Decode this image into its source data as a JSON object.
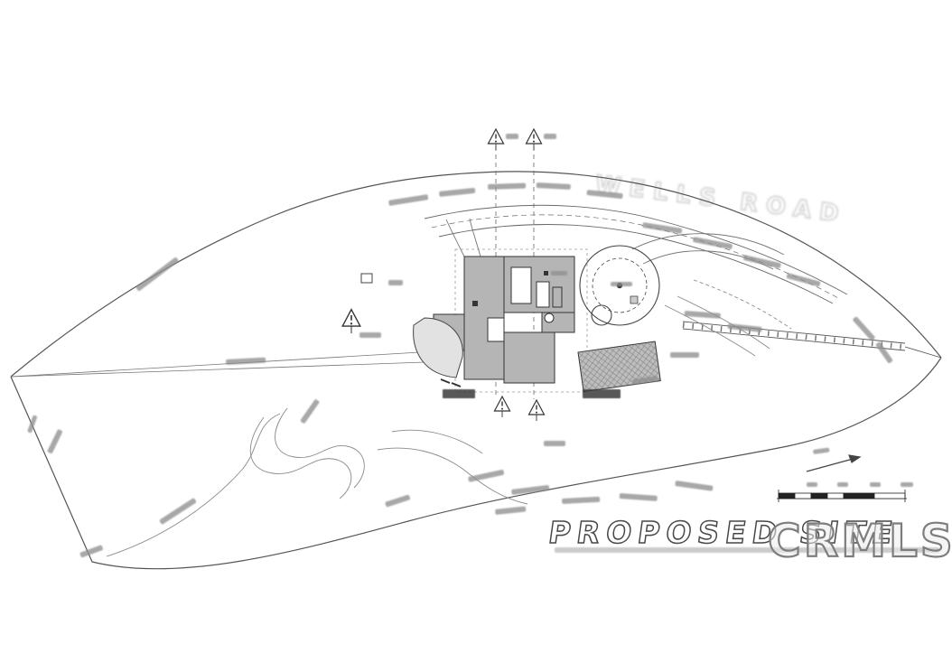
{
  "doc": {
    "title": "PROPOSED SITE",
    "watermark": "CRMLS",
    "street": "WELLS ROAD"
  },
  "colors": {
    "paper": "#ffffff",
    "ink": "#4a4a4a",
    "building_fill": "#b5b5b5",
    "patio_fill": "#bdbdbd",
    "watermark_gray": "#7d7d7d",
    "faint_street_gray": "#c9c9c9",
    "smudge_gray": "#8f8f8f"
  }
}
